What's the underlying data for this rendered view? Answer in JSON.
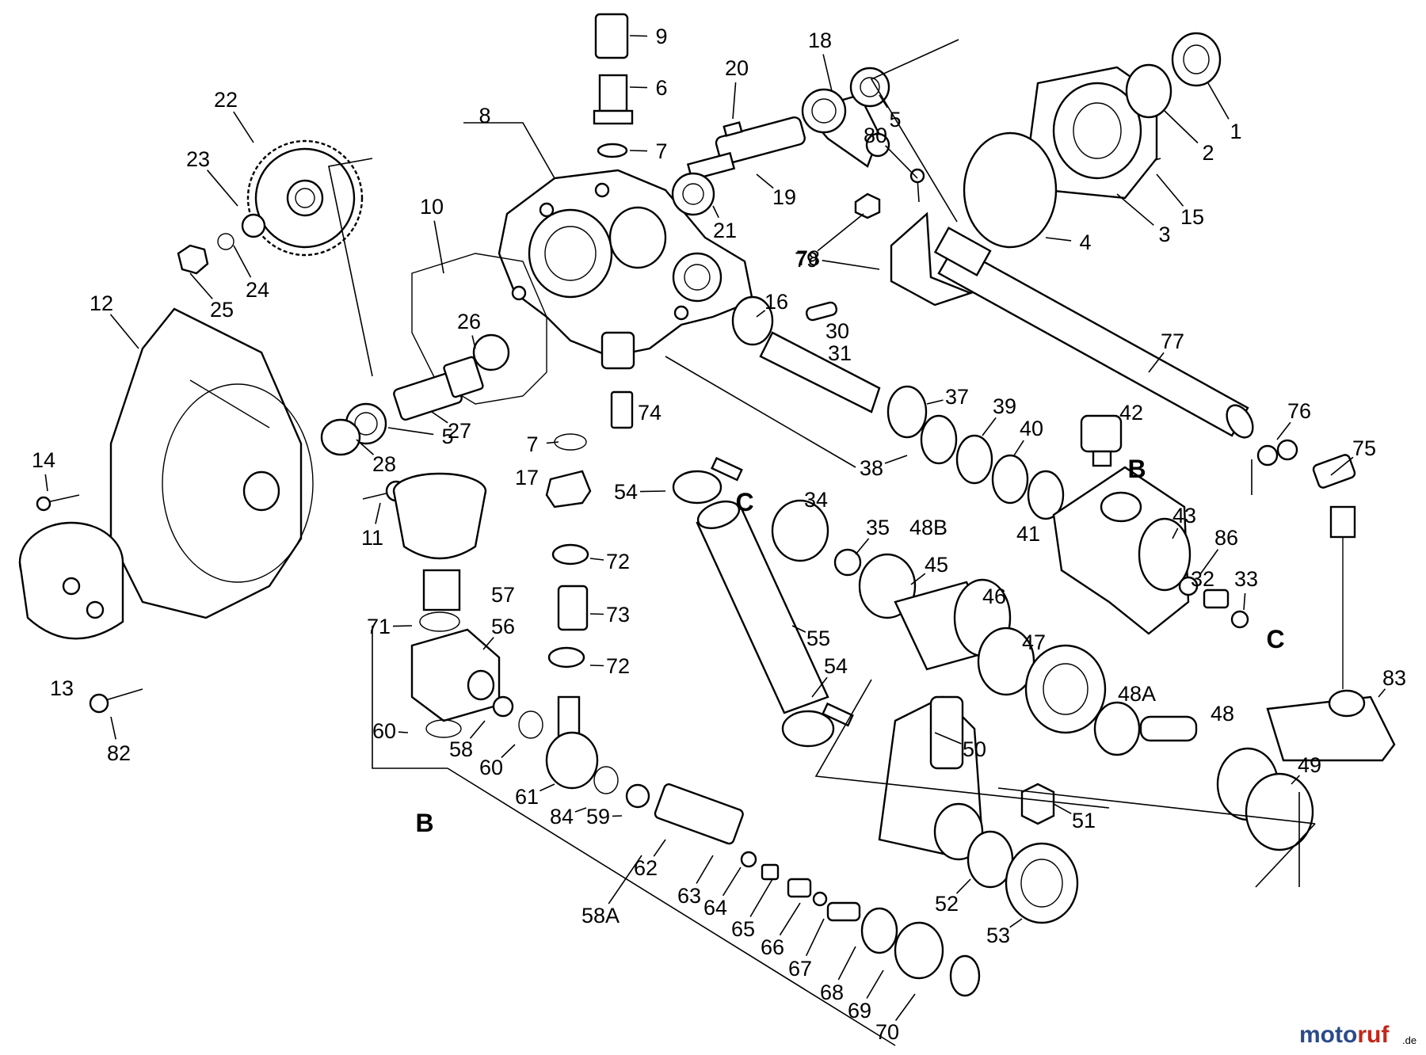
{
  "diagram": {
    "part_labels": [
      "1",
      "2",
      "3",
      "4",
      "5",
      "5",
      "6",
      "7",
      "7",
      "8",
      "9",
      "10",
      "11",
      "12",
      "13",
      "14",
      "15",
      "16",
      "17",
      "18",
      "19",
      "20",
      "21",
      "22",
      "23",
      "24",
      "25",
      "26",
      "27",
      "28",
      "30",
      "31",
      "32",
      "33",
      "34",
      "35",
      "37",
      "38",
      "39",
      "40",
      "41",
      "42",
      "43",
      "45",
      "46",
      "47",
      "48",
      "48A",
      "48B",
      "49",
      "50",
      "51",
      "52",
      "53",
      "54",
      "54",
      "55",
      "56",
      "57",
      "58",
      "58A",
      "59",
      "60",
      "60",
      "61",
      "62",
      "63",
      "64",
      "65",
      "66",
      "67",
      "68",
      "69",
      "70",
      "71",
      "72",
      "72",
      "73",
      "74",
      "75",
      "76",
      "77",
      "78",
      "79",
      "80",
      "82",
      "83",
      "84",
      "86"
    ],
    "connector_labels": [
      "B",
      "B",
      "C",
      "C"
    ]
  },
  "watermark": {
    "text_a": "moto",
    "text_b": "ruf",
    "suffix": ".de"
  }
}
